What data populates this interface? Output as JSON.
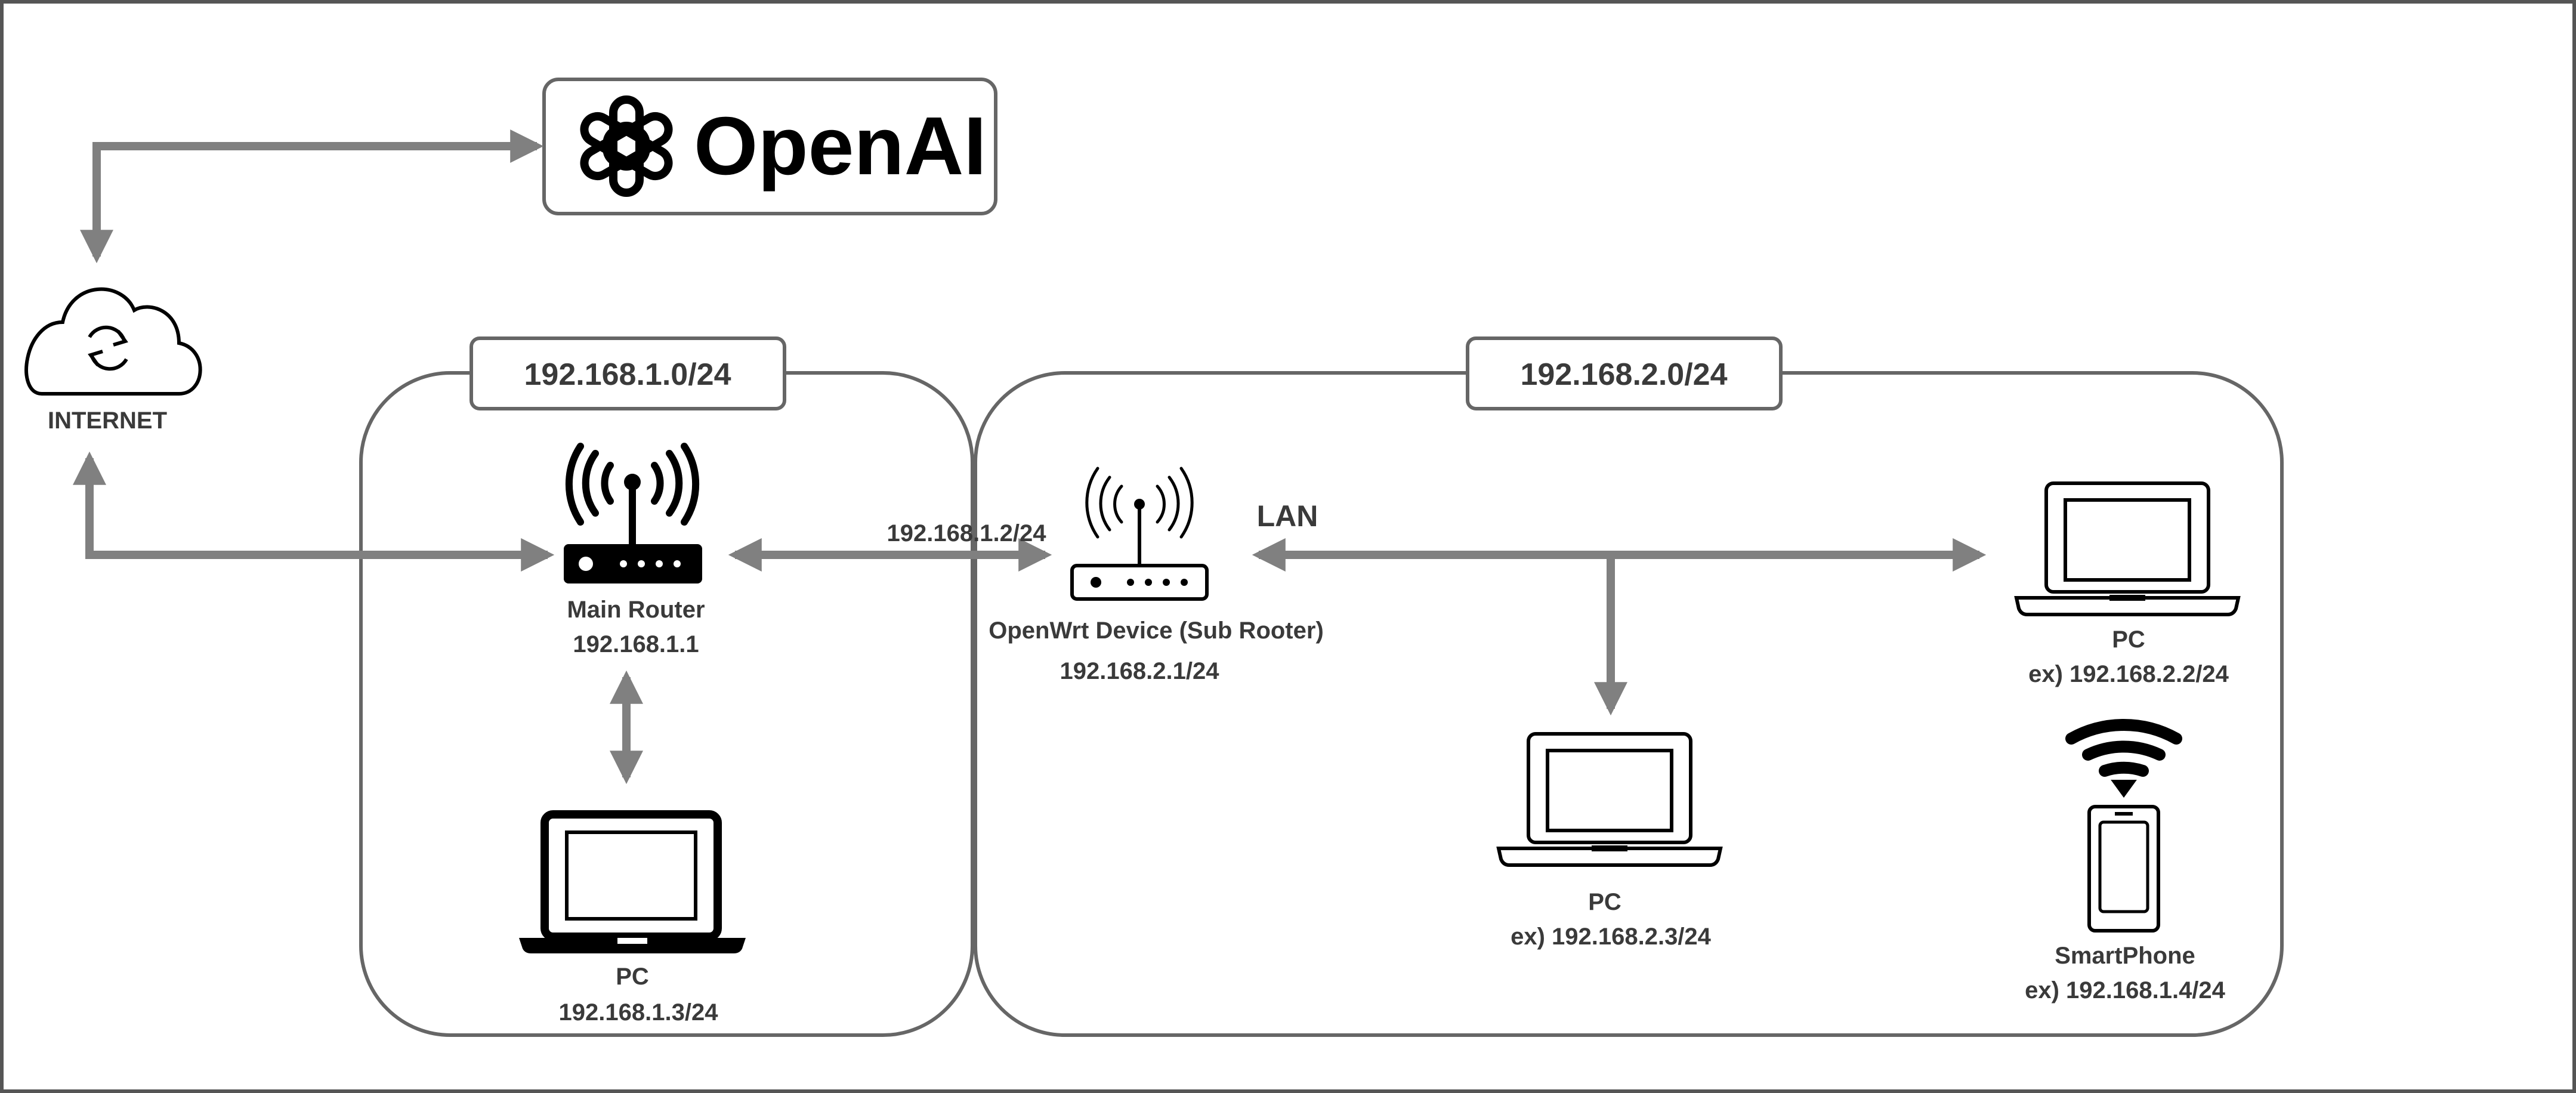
{
  "logo": {
    "text": "OpenAI"
  },
  "internet": {
    "label": "INTERNET"
  },
  "subnets": {
    "left": "192.168.1.0/24",
    "right": "192.168.2.0/24"
  },
  "main_router": {
    "name": "Main Router",
    "ip": "192.168.1.1"
  },
  "left_pc": {
    "name": "PC",
    "ip": "192.168.1.3/24"
  },
  "link_label": "192.168.1.2/24",
  "sub_router": {
    "name": "OpenWrt Device (Sub Rooter)",
    "ip": "192.168.2.1/24"
  },
  "lan_label": "LAN",
  "pc_right_top": {
    "name": "PC",
    "ip": "ex) 192.168.2.2/24"
  },
  "pc_mid": {
    "name": "PC",
    "ip": "ex) 192.168.2.3/24"
  },
  "smartphone": {
    "name": "SmartPhone",
    "ip": "ex) 192.168.1.4/24"
  },
  "colors": {
    "arrow": "#808080",
    "outline": "#666666",
    "icon": "#000000",
    "text": "#3a3a3a"
  }
}
